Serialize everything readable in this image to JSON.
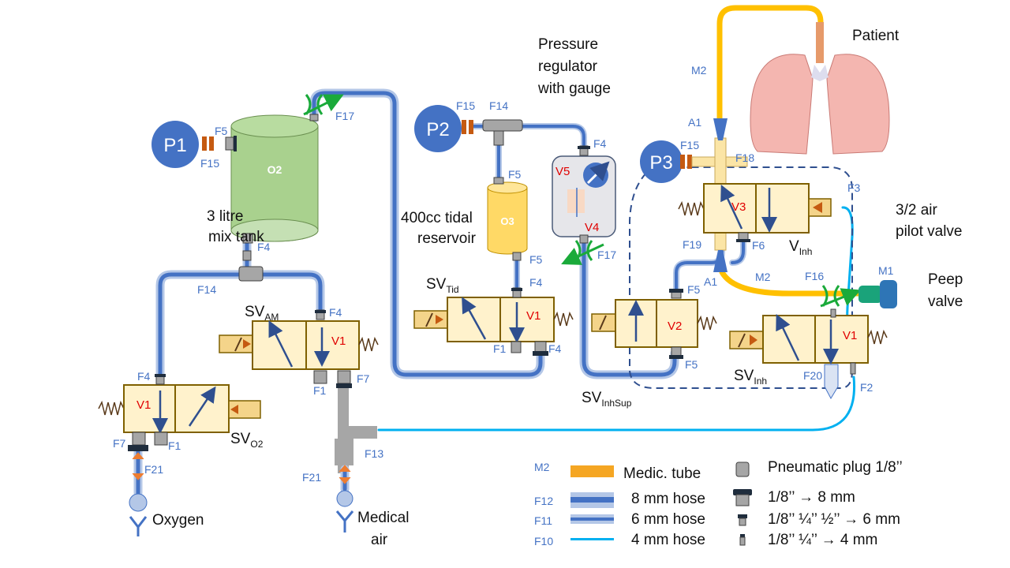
{
  "colors": {
    "hose_outer": "#b4c7e7",
    "hose_inner": "#4472c4",
    "hose_4mm": "#00b0f0",
    "medic_tube": "#ffc000",
    "valve_body": "#fff2cc",
    "label_blue": "#4472c4",
    "valve_id_red": "#e00000",
    "throttle_green": "#1aaa3a",
    "tank_o2": "#a9d18e",
    "tank_o3": "#ffd966",
    "lungs": "#f4b6b0"
  },
  "gauges": {
    "p1": "P1",
    "p2": "P2",
    "p3": "P3"
  },
  "tanks": {
    "o2": "O2",
    "o3": "O3"
  },
  "descriptions": {
    "mix_tank_1": "3 litre",
    "mix_tank_2": "mix tank",
    "tidal_1": "400cc tidal",
    "tidal_2": "reservoir",
    "regulator_1": "Pressure",
    "regulator_2": "regulator",
    "regulator_3": "with gauge",
    "patient": "Patient",
    "pilot_1": "3/2 air",
    "pilot_2": "pilot valve",
    "peep_1": "Peep",
    "peep_2": "valve",
    "oxygen": "Oxygen",
    "medical_air_1": "Medical",
    "medical_air_2": "air"
  },
  "valves": {
    "sv_am": {
      "main": "SV",
      "sub": "AM"
    },
    "sv_o2": {
      "main": "SV",
      "sub": "O2"
    },
    "sv_tid": {
      "main": "SV",
      "sub": "Tid"
    },
    "sv_inhsup": {
      "main": "SV",
      "sub": "InhSup"
    },
    "sv_inh": {
      "main": "SV",
      "sub": "Inh"
    },
    "v_inh": {
      "main": "V",
      "sub": "Inh"
    },
    "ids": {
      "v1": "V1",
      "v2": "V2",
      "v3": "V3",
      "v4": "V4",
      "v5": "V5"
    }
  },
  "parts": {
    "f1": "F1",
    "f2": "F2",
    "f3": "F3",
    "f4": "F4",
    "f5": "F5",
    "f6": "F6",
    "f7": "F7",
    "f13": "F13",
    "f14": "F14",
    "f15": "F15",
    "f16": "F16",
    "f17": "F17",
    "f18": "F18",
    "f19": "F19",
    "f20": "F20",
    "f21": "F21",
    "m1": "M1",
    "m2": "M2",
    "a1": "A1"
  },
  "legend": {
    "medic_tube": {
      "code": "M2",
      "label": "Medic. tube"
    },
    "hose_8": {
      "code": "F12",
      "label": "8 mm hose"
    },
    "hose_6": {
      "code": "F11",
      "label": "6 mm hose"
    },
    "hose_4": {
      "code": "F10",
      "label": "4 mm hose"
    },
    "plug": "Pneumatic plug 1/8’’",
    "fit_8": "1/8’’ → 8 mm",
    "fit_6": "1/8’’ ¼’’ ½’’ → 6 mm",
    "fit_4": "1/8’’ ¼’’ → 4 mm"
  }
}
